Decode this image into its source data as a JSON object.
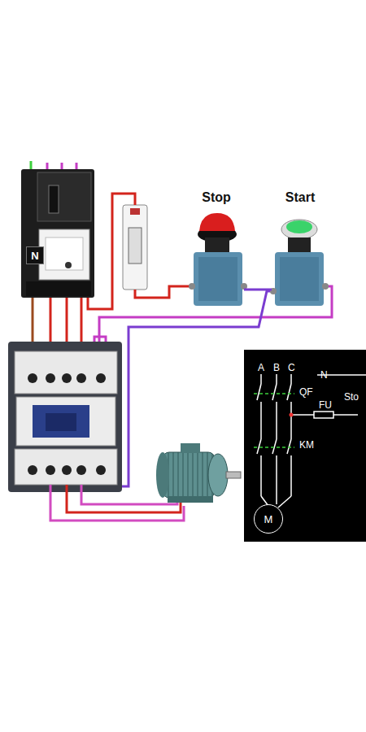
{
  "diagram": {
    "nodes": [
      {
        "text": [
          "N"
        ]
      },
      {
        "text": [
          "Stop"
        ]
      },
      {
        "text": [
          "Start"
        ]
      },
      {
        "text": [
          "M"
        ]
      }
    ],
    "edges": [
      {
        "from": 1,
        "to": 2,
        "arrow": "none"
      }
    ],
    "labels": [
      "A",
      "B",
      "C",
      "N",
      "QF",
      "FU",
      "Sto",
      "KM"
    ]
  }
}
